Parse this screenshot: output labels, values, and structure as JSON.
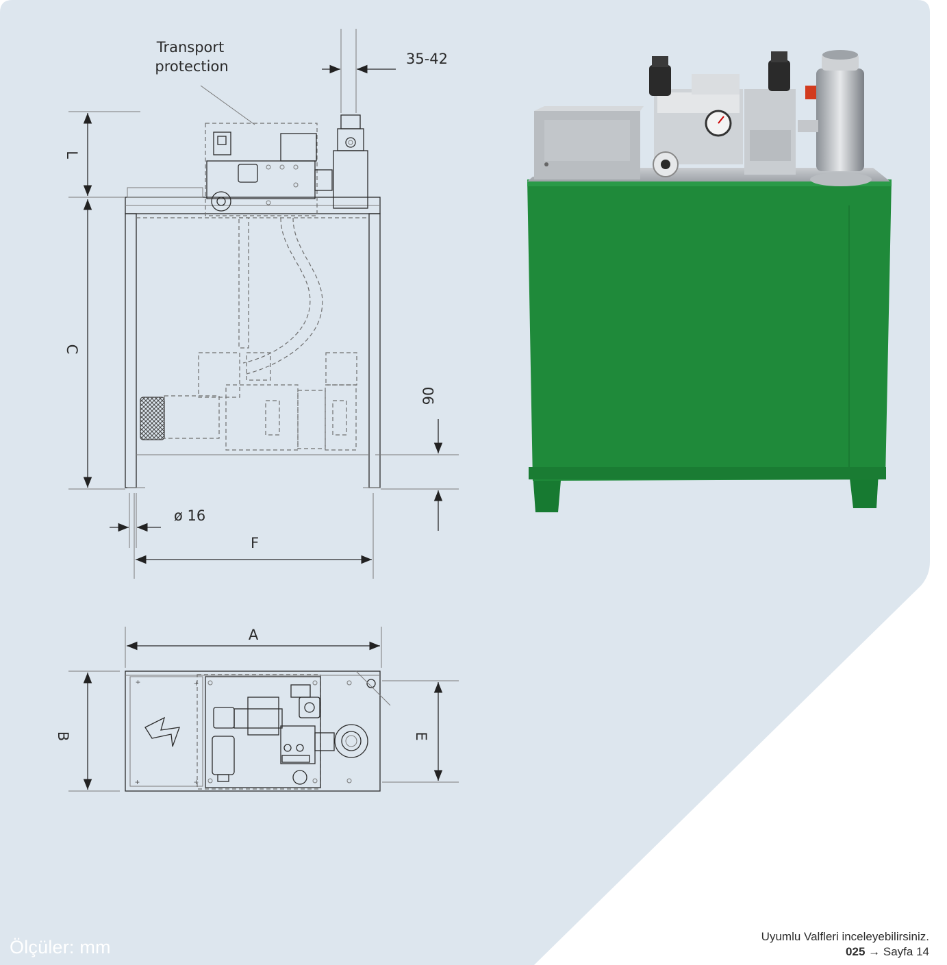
{
  "labels": {
    "transport_line1": "Transport",
    "transport_line2": "protection",
    "dim_35_42": "35-42",
    "dim_L": "L",
    "dim_C": "C",
    "dim_90": "90",
    "dim_dia16": "ø 16",
    "dim_F": "F",
    "dim_A": "A",
    "dim_B": "B",
    "dim_E": "E"
  },
  "footer": {
    "units": "Ölçüler: mm",
    "note": "Uyumlu Valfleri inceleyebilirsiniz.",
    "ref_code": "025",
    "ref_arrow": "→",
    "ref_page": "Sayfa 14"
  },
  "colors": {
    "panel_bg": "#dde6ee",
    "tank_green": "#1f8a3a",
    "line": "#2b2b2b"
  }
}
